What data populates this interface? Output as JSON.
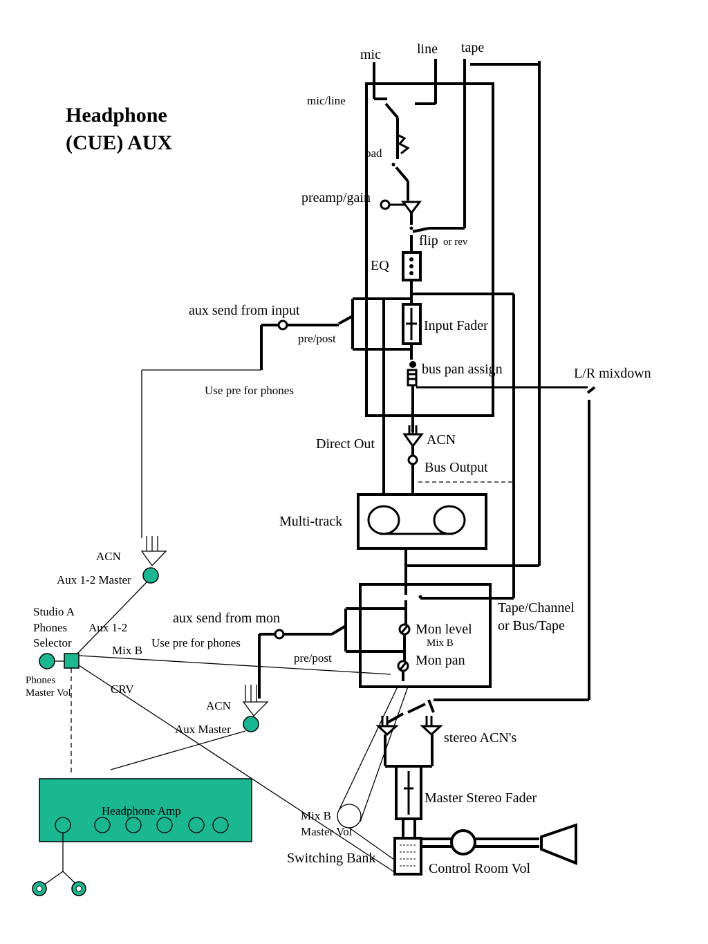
{
  "title_line1": "Headphone",
  "title_line2": "(CUE) AUX",
  "labels": {
    "mic": "mic",
    "line": "line",
    "tape": "tape",
    "mic_line": "mic/line",
    "pad": "pad",
    "preamp_gain": "preamp/gain",
    "flip": "flip",
    "or_rev": "or rev",
    "eq": "EQ",
    "aux_send_input": "aux send from input",
    "pre_post_1": "pre/post",
    "input_fader": "Input Fader",
    "bus_pan_assign": "bus pan assign",
    "use_pre_1": "Use pre for phones",
    "lr_mixdown": "L/R mixdown",
    "direct_out": "Direct Out",
    "acn_1": "ACN",
    "bus_output": "Bus Output",
    "multi_track": "Multi-track",
    "acn_2": "ACN",
    "aux12_master": "Aux 1-2 Master",
    "studio_a": "Studio A",
    "phones": "Phones",
    "selector": "Selector",
    "aux12": "Aux 1-2",
    "mix_b_1": "Mix B",
    "phones_master_vol_1": "Phones",
    "phones_master_vol_2": "Master Vol",
    "crv": "CRV",
    "aux_send_mon": "aux send from mon",
    "use_pre_2": "Use pre for phones",
    "pre_post_2": "pre/post",
    "mon_level": "Mon level",
    "mix_b_2": "Mix B",
    "mon_pan": "Mon pan",
    "tape_channel_1": "Tape/Channel",
    "tape_channel_2": "or Bus/Tape",
    "acn_3": "ACN",
    "aux_master": "Aux Master",
    "stereo_acns": "stereo ACN's",
    "master_stereo_fader": "Master Stereo Fader",
    "headphone_amp": "Headphone Amp",
    "mix_b_master_1": "Mix B",
    "mix_b_master_2": "Master Vol",
    "switching_bank": "Switching Bank",
    "control_room_vol": "Control Room Vol"
  },
  "colors": {
    "accent": "#1ab791",
    "line": "#000000",
    "background": "#ffffff"
  }
}
